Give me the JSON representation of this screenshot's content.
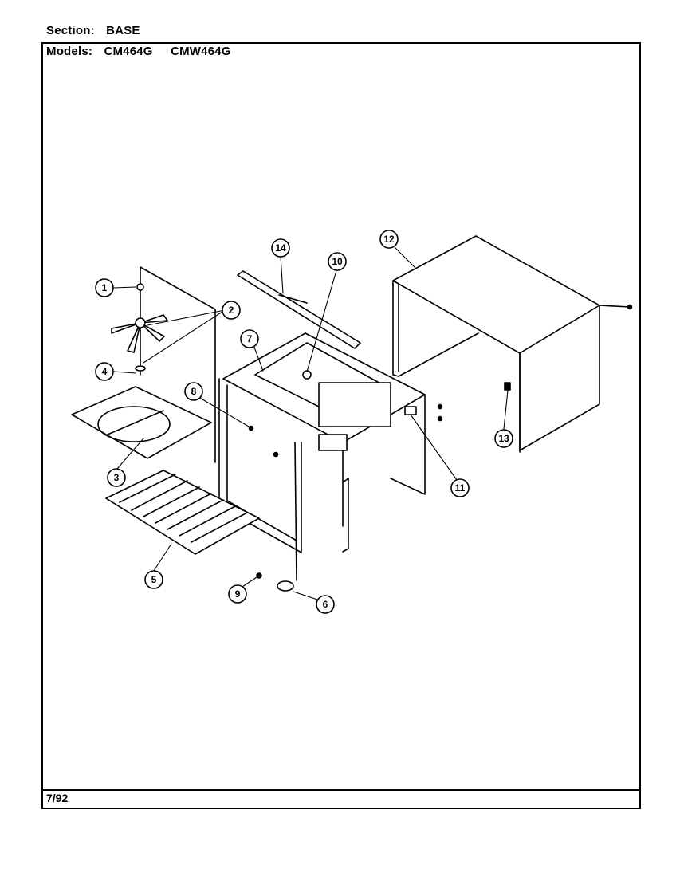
{
  "header": {
    "section_label": "Section:",
    "section_value": "BASE",
    "models_label": "Models:",
    "models": [
      "CM464G",
      "CMW464G"
    ]
  },
  "footer": {
    "date": "7/92"
  },
  "callouts": [
    "1",
    "2",
    "3",
    "4",
    "5",
    "6",
    "7",
    "8",
    "9",
    "10",
    "11",
    "12",
    "13",
    "14"
  ]
}
